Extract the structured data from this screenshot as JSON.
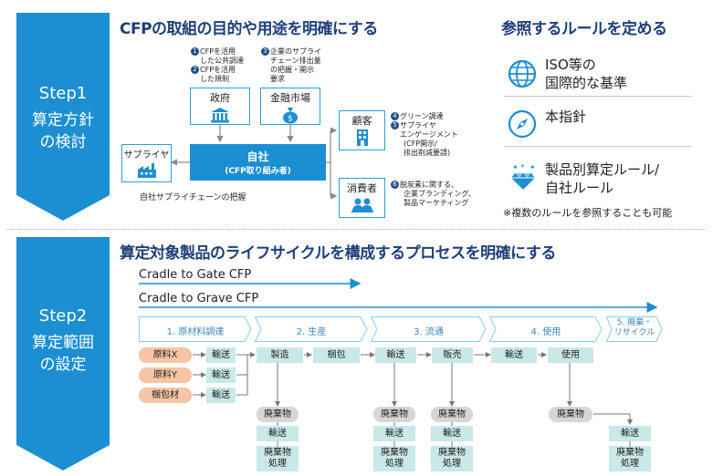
{
  "step1": {
    "label": "Step1",
    "line1": "算定方針",
    "line2": "の検討"
  },
  "step2": {
    "label": "Step2",
    "line1": "算定範囲",
    "line2": "の設定"
  },
  "section1": {
    "title": "CFPの取組の目的や用途を明確にする",
    "notes": {
      "n1": {
        "num": "1",
        "a": "CFPを活用",
        "b": "した公共調達"
      },
      "n2": {
        "num": "2",
        "a": "CFPを活用",
        "b": "した規制"
      },
      "n3": {
        "num": "3",
        "a": "企業のサプライ",
        "b": "チェーン排出量",
        "c": "の把握・開示",
        "d": "要求"
      },
      "n4": {
        "num": "4",
        "a": "グリーン調達"
      },
      "n5": {
        "num": "5",
        "a": "サプライヤ",
        "b": "エンゲージメント",
        "c": "(CFP開示/",
        "d": "排出削減要請)"
      },
      "n6": {
        "num": "6",
        "a": "脱炭素に関する、",
        "b": "企業ブランディング、",
        "c": "製品マーケティング"
      }
    },
    "government": "政府",
    "finance": "金融市場",
    "customer": "顧客",
    "consumer": "消費者",
    "supplier": "サプライヤ",
    "self_title": "自社",
    "self_sub": "(CFP取り組み者)",
    "supplychain": "自社サプライチェーンの把握"
  },
  "rules": {
    "title": "参照するルールを定める",
    "iso_line1": "ISO等の",
    "iso_line2": "国際的な基準",
    "guideline": "本指針",
    "product_line1": "製品別算定ルール/",
    "product_line2": "自社ルール",
    "note": "※複数のルールを参照することも可能"
  },
  "section2": {
    "title": "算定対象製品のライフサイクルを構成するプロセスを明確にする",
    "gate": "Cradle to Gate CFP",
    "grave": "Cradle to Grave CFP",
    "phases": [
      "1. 原材料調達",
      "2. 生産",
      "3. 流通",
      "4. 使用"
    ],
    "phase5_line1": "5. 廃棄・",
    "phase5_line2": "リサイクル",
    "materials": [
      "原料X",
      "原料Y",
      "梱包材"
    ],
    "transport": "輸送",
    "manufacture": "製造",
    "packaging": "梱包",
    "sales": "販売",
    "use": "使用",
    "waste": "廃棄物",
    "waste_treat_line1": "廃棄物",
    "waste_treat_line2": "処理"
  },
  "colors": {
    "accent_blue": "#1b8fd2",
    "title_navy": "#1f3f7a",
    "teal_box": "#c9e8e8",
    "orange_box": "#f6c5a4",
    "grey_box": "#d6d6d6"
  },
  "icons": [
    "government-icon",
    "money-bag-icon",
    "building-icon",
    "factory-icon",
    "consumer-icon",
    "globe-icon",
    "compass-icon",
    "diamond-icon"
  ]
}
